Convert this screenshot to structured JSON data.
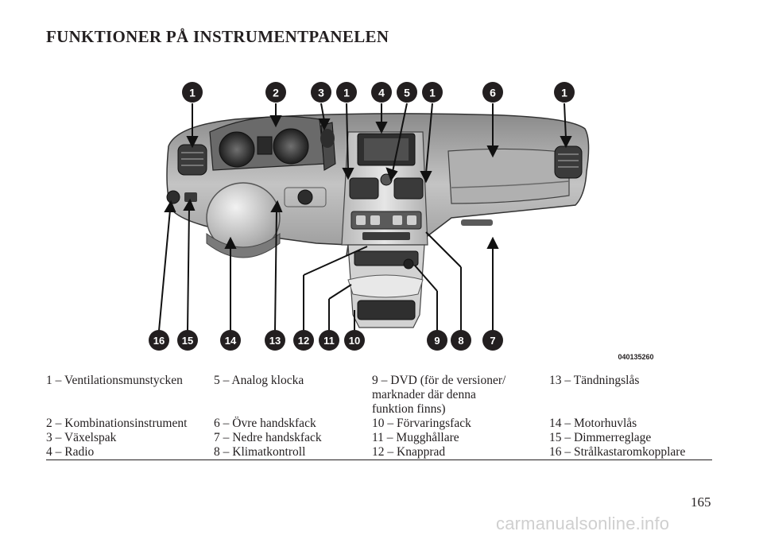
{
  "page": {
    "title": "FUNKTIONER PÅ INSTRUMENTPANELEN",
    "page_number": "165",
    "watermark": "carmanualsonline.info"
  },
  "figure": {
    "code": "040135260",
    "callouts_top": [
      "1",
      "2",
      "3",
      "1",
      "4",
      "5",
      "1",
      "6",
      "1"
    ],
    "callouts_bottom": [
      "16",
      "15",
      "14",
      "13",
      "12",
      "11",
      "10",
      "9",
      "8",
      "7"
    ]
  },
  "legend": {
    "col1": [
      "1 – Ventilationsmunstycken",
      "2 – Kombinationsinstrument",
      "3 – Växelspak",
      "4 – Radio"
    ],
    "col2": [
      "5 – Analog klocka",
      "6 – Övre handskfack",
      "7 – Nedre handskfack",
      "8 – Klimatkontroll"
    ],
    "col3": [
      "9 – DVD (för de versioner/",
      "marknader där denna",
      "funktion finns)",
      "10 – Förvaringsfack",
      "11 – Mugghållare",
      "12 – Knapprad"
    ],
    "col4": [
      "13 – Tändningslås",
      "14 – Motorhuvlås",
      "15 – Dimmerreglage",
      "16 – Strålkastaromkopplare"
    ]
  }
}
